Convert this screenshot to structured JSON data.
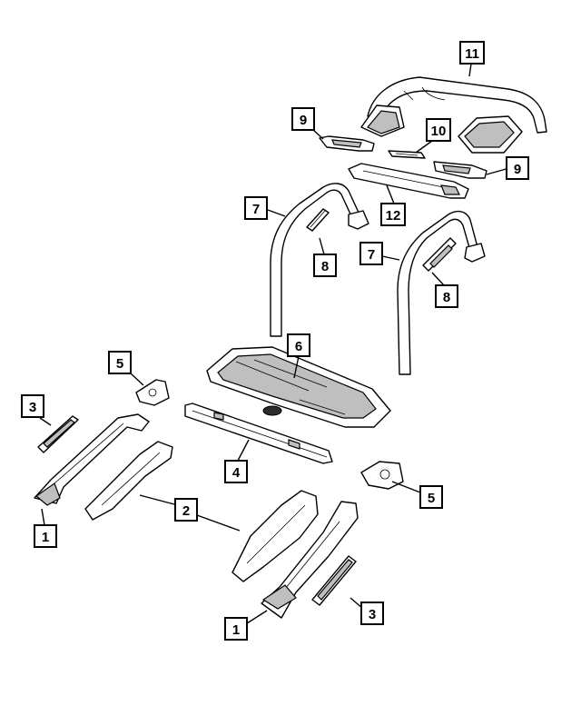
{
  "callouts": [
    {
      "id": "c11",
      "label": "11"
    },
    {
      "id": "c9a",
      "label": "9"
    },
    {
      "id": "c10",
      "label": "10"
    },
    {
      "id": "c9b",
      "label": "9"
    },
    {
      "id": "c12",
      "label": "12"
    },
    {
      "id": "c7a",
      "label": "7"
    },
    {
      "id": "c8a",
      "label": "8"
    },
    {
      "id": "c7b",
      "label": "7"
    },
    {
      "id": "c8b",
      "label": "8"
    },
    {
      "id": "c5a",
      "label": "5"
    },
    {
      "id": "c6",
      "label": "6"
    },
    {
      "id": "c3a",
      "label": "3"
    },
    {
      "id": "c4",
      "label": "4"
    },
    {
      "id": "c5b",
      "label": "5"
    },
    {
      "id": "c2",
      "label": "2"
    },
    {
      "id": "c1a",
      "label": "1"
    },
    {
      "id": "c3b",
      "label": "3"
    },
    {
      "id": "c1b",
      "label": "1"
    }
  ]
}
